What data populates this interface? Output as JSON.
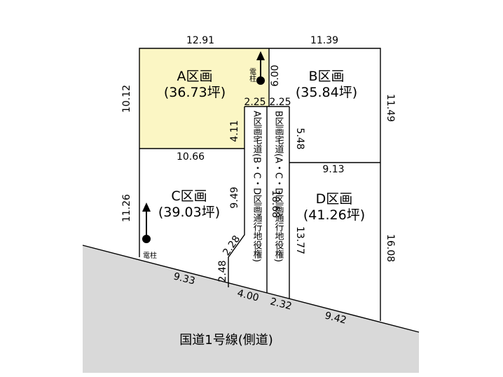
{
  "lots": {
    "a": {
      "name": "A区画",
      "area": "(36.73坪)"
    },
    "b": {
      "name": "B区画",
      "area": "(35.84坪)"
    },
    "c": {
      "name": "C区画",
      "area": "(39.03坪)"
    },
    "d": {
      "name": "D区画",
      "area": "(41.26坪)"
    }
  },
  "dimensions": {
    "top_a": "12.91",
    "top_b": "11.39",
    "left_a": "10.12",
    "right_b": "11.49",
    "pole_a_offset": "6.00",
    "strip_top_a": "2.25",
    "strip_top_b": "2.25",
    "strip_a_upper": "4.11",
    "a_c_boundary": "10.66",
    "strip_b_upper": "5.48",
    "b_d_boundary": "9.13",
    "left_c": "11.26",
    "strip_a_lower": "9.49",
    "strip_b_full": "18.68",
    "strip_b_lower": "13.77",
    "right_d": "16.08",
    "diag": "2.28",
    "short_vertical": "2.48",
    "road_c": "9.33",
    "road_strip_a": "4.00",
    "road_strip_b": "2.32",
    "road_d": "9.42"
  },
  "poles": {
    "a": "電柱",
    "c": "電柱"
  },
  "easements": {
    "a": "A区画宅道(B・C・D区画通行地役権)",
    "b": "B区画宅道(A・C・D区画通行地役権)"
  },
  "road": {
    "label": "国道1号線(側道)"
  },
  "colors": {
    "lot_a_fill": "#fbf6c4",
    "road_fill": "#d9d9d9",
    "line": "#000000"
  }
}
